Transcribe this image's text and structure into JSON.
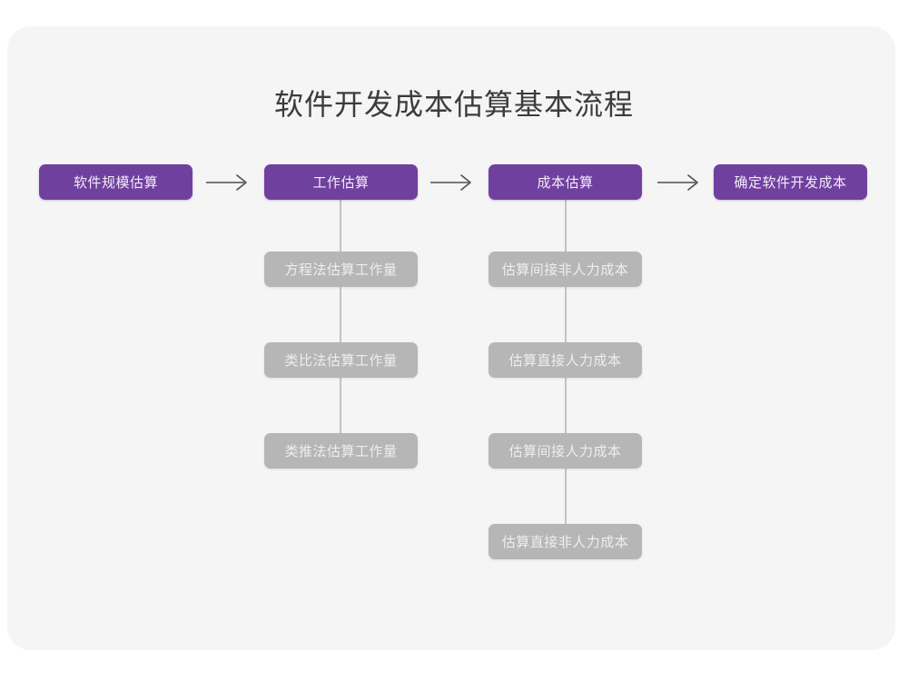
{
  "title": "软件开发成本估算基本流程",
  "colors": {
    "primary": "#70409f",
    "secondary": "#b6b6b6",
    "card_background": "#f5f5f6",
    "page_background": "#ffffff",
    "title_text": "#3c3c3c",
    "connector": "#c3c3c3",
    "arrow": "#4f4f4f"
  },
  "chart_data": {
    "type": "diagram",
    "title": "软件开发成本估算基本流程",
    "layout": "horizontal-flow-with-vertical-substeps",
    "stages": [
      {
        "id": "stage-1",
        "label": "软件规模估算",
        "substeps": []
      },
      {
        "id": "stage-2",
        "label": "工作估算",
        "substeps": [
          "方程法估算工作量",
          "类比法估算工作量",
          "类推法估算工作量"
        ]
      },
      {
        "id": "stage-3",
        "label": "成本估算",
        "substeps": [
          "估算间接非人力成本",
          "估算直接人力成本",
          "估算间接人力成本",
          "估算直接非人力成本"
        ]
      },
      {
        "id": "stage-4",
        "label": "确定软件开发成本",
        "substeps": []
      }
    ],
    "connectors": [
      {
        "from": "stage-1",
        "to": "stage-2",
        "glyph": "⟶"
      },
      {
        "from": "stage-2",
        "to": "stage-3",
        "glyph": "⟶"
      },
      {
        "from": "stage-3",
        "to": "stage-4",
        "glyph": "⟶"
      }
    ]
  },
  "nodes": {
    "stage1": "软件规模估算",
    "stage2": "工作估算",
    "stage3": "成本估算",
    "stage4": "确定软件开发成本",
    "stage2_sub1": "方程法估算工作量",
    "stage2_sub2": "类比法估算工作量",
    "stage2_sub3": "类推法估算工作量",
    "stage3_sub1": "估算间接非人力成本",
    "stage3_sub2": "估算直接人力成本",
    "stage3_sub3": "估算间接人力成本",
    "stage3_sub4": "估算直接非人力成本"
  }
}
